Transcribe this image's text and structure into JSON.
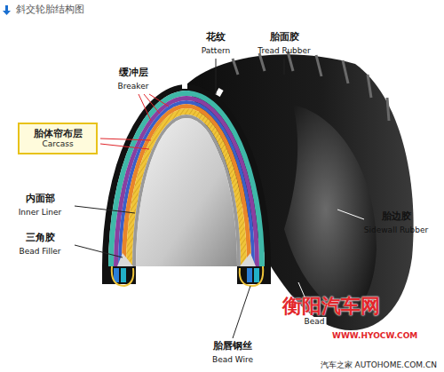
{
  "diagram": {
    "title": "斜交轮胎结构图",
    "nodes": [
      {
        "text": [
          "胎体帘布层",
          "Carcass"
        ]
      }
    ],
    "labels": [
      "花纹",
      "Pattern",
      "胎面胶",
      "Tread Rubber",
      "缓冲层",
      "Breaker",
      "内面部",
      "Inner Liner",
      "三角胶",
      "Bead Filler",
      "胎边胶",
      "Sidewall Rubber",
      "胎唇钢丝",
      "Bead Wire",
      "Bead",
      "衡阳汽车网",
      "WWW.HYOCW.COM",
      "汽车之家 AUTOHOME.COM.CN"
    ]
  }
}
